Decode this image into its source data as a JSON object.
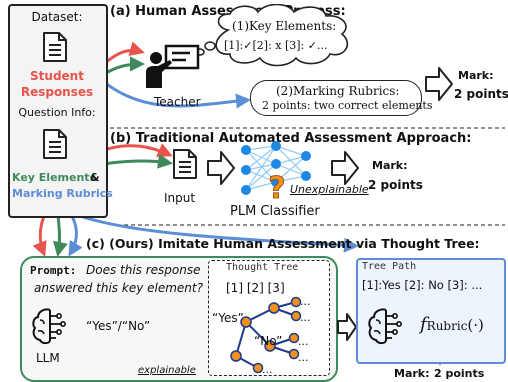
{
  "colors": {
    "red": "#e8544b",
    "blue": "#5b8ed6",
    "green": "#3f8a5c",
    "orange": "#f0901e",
    "network_blue": "#1e88e5",
    "panel_bg_left": "#f4f4f4",
    "panel_bg_tree_path": "#eef4fc",
    "panel_border_green": "#3f8a5c",
    "panel_border_blue": "#5b8ed6"
  },
  "dataset": {
    "title": "Dataset:",
    "student_responses": [
      "Student",
      "Responses"
    ],
    "question_info": "Question Info:",
    "key_elements": "Key Elements",
    "amp": "&",
    "marking_rubrics": "Marking Rubrics"
  },
  "section_a": {
    "title": "(a) Human Assessment Process:",
    "teacher": "Teacher",
    "cloud_title": "(1)Key Elements:",
    "cloud_body": "[1]:✓[2]: x [3]: ✓...",
    "rubric_title": "(2)Marking Rubrics:",
    "rubric_body": "2 points: two correct elements",
    "mark": "Mark:",
    "points": "2 points"
  },
  "section_b": {
    "title": "(b) Traditional Automated Assessment Approach:",
    "input": "Input",
    "unexplainable": "Unexplainable",
    "classifier": "PLM Classifier",
    "mark": "Mark:",
    "points": "2 points"
  },
  "section_c": {
    "title": "(c) (Ours) Imitate Human Assessment via Thought Tree:",
    "prompt_label": "Prompt:",
    "prompt_text_1": "Does this response",
    "prompt_text_2": "answered this key element?",
    "llm": "LLM",
    "yes_no": "“Yes”/“No”",
    "explainable": "explainable",
    "thought_tree_title": "Thought Tree",
    "tree_indices": "[1] [2] [3]",
    "tree_yes": "“Yes”",
    "tree_no": "“No”",
    "tree_dots": "...",
    "tree_path_title": "Tree Path",
    "tree_path_text": "[1]:Yes [2]: No [3]: ...",
    "f_symbol": "f",
    "f_subscript": "Rubric",
    "f_arg": "(·)",
    "mark": "Mark:",
    "points": "2 points"
  },
  "icons": [
    "document-icon",
    "teacher-icon",
    "thought-cloud-icon",
    "arrow-icon",
    "neural-network-icon",
    "question-mark-icon",
    "brain-icon",
    "tree-icon"
  ]
}
